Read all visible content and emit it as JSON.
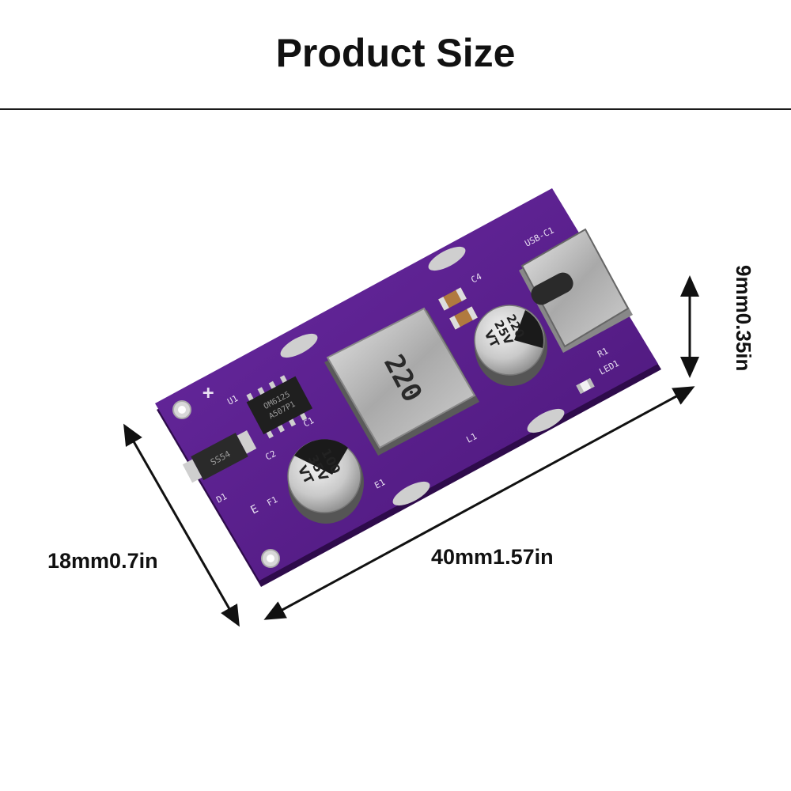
{
  "title": "Product Size",
  "dimensions": {
    "width_label": "18mm0.7in",
    "length_label": "40mm1.57in",
    "height_label": "9mm0.35in"
  },
  "board": {
    "inductor_marking": "220",
    "cap_big_value": "100",
    "cap_big_voltage": "35V",
    "cap_big_series": "VT",
    "cap_small_value": "220",
    "cap_small_voltage": "25V",
    "cap_small_series": "VT",
    "ic_line1": "OM6125",
    "ic_line2": "A507P1",
    "diode_marking": "SS54",
    "silk_usb": "USB-C1",
    "silk_c4": "C4",
    "silk_r1": "R1",
    "silk_led": "LED1",
    "silk_l1": "L1",
    "silk_c1": "C1",
    "silk_c2": "C2",
    "silk_e1": "E1",
    "silk_u1": "U1",
    "silk_d1": "D1",
    "silk_f1": "F1",
    "silk_e": "E",
    "silk_plus": "+"
  },
  "colors": {
    "pcb": "#5a1d8e",
    "pcb_dark": "#3d1163",
    "metal": "#b9b9b9"
  }
}
